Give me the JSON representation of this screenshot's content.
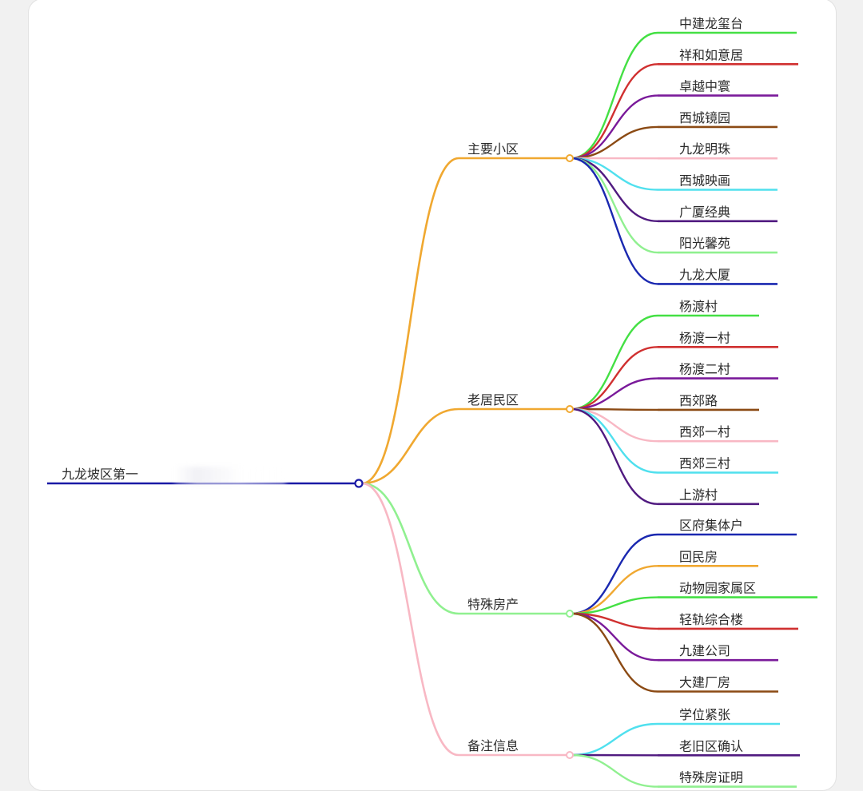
{
  "root": {
    "label": "九龙坡区第一",
    "color": "#1a1aa6"
  },
  "branches": [
    {
      "label": "主要小区",
      "color": "#f0a830",
      "children": [
        {
          "label": "中建龙玺台",
          "color": "#44e044"
        },
        {
          "label": "祥和如意居",
          "color": "#d03030"
        },
        {
          "label": "卓越中寰",
          "color": "#7a1a9a"
        },
        {
          "label": "西城镜园",
          "color": "#8b4a14"
        },
        {
          "label": "九龙明珠",
          "color": "#f8b8c4"
        },
        {
          "label": "西城映画",
          "color": "#50e0ee"
        },
        {
          "label": "广厦经典",
          "color": "#501a80"
        },
        {
          "label": "阳光馨苑",
          "color": "#90f090"
        },
        {
          "label": "九龙大厦",
          "color": "#1a28b0"
        }
      ]
    },
    {
      "label": "老居民区",
      "color": "#f0a830",
      "children": [
        {
          "label": "杨渡村",
          "color": "#44e044"
        },
        {
          "label": "杨渡一村",
          "color": "#d03030"
        },
        {
          "label": "杨渡二村",
          "color": "#7a1a9a"
        },
        {
          "label": "西郊路",
          "color": "#8b4a14"
        },
        {
          "label": "西郊一村",
          "color": "#f8b8c4"
        },
        {
          "label": "西郊三村",
          "color": "#50e0ee"
        },
        {
          "label": "上游村",
          "color": "#501a80"
        }
      ]
    },
    {
      "label": "特殊房产",
      "color": "#90f090",
      "children": [
        {
          "label": "区府集体户",
          "color": "#1a28b0"
        },
        {
          "label": "回民房",
          "color": "#f0a830"
        },
        {
          "label": "动物园家属区",
          "color": "#44e044"
        },
        {
          "label": "轻轨综合楼",
          "color": "#d03030"
        },
        {
          "label": "九建公司",
          "color": "#7a1a9a"
        },
        {
          "label": "大建厂房",
          "color": "#8b4a14"
        }
      ]
    },
    {
      "label": "备注信息",
      "color": "#f8b8c4",
      "children": [
        {
          "label": "学位紧张",
          "color": "#50e0ee"
        },
        {
          "label": "老旧区确认",
          "color": "#501a80"
        },
        {
          "label": "特殊房证明",
          "color": "#90f090"
        }
      ]
    }
  ]
}
